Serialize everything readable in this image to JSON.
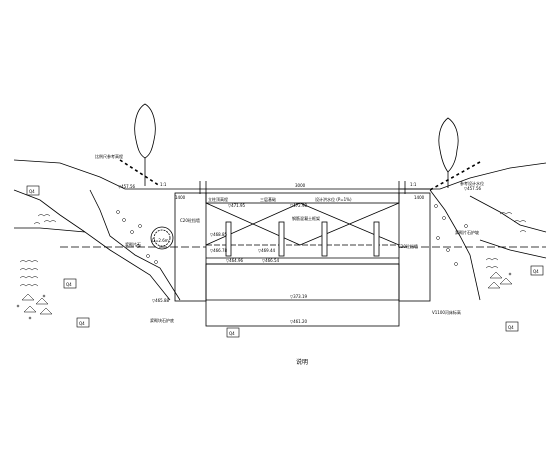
{
  "labels": {
    "left_top_note": "比例尺参考高程",
    "left_top_elev": "▽457.56",
    "left_span": "1400",
    "total_span": "3000",
    "right_span": "1400",
    "left_small_dim": "1:1",
    "right_small_dim": "1:1",
    "right_top_note": "参考设计水位",
    "right_top_elev": "▽457.56",
    "deck_left_note": "立柱顶高程",
    "deck_center_note": "三层基础",
    "deck_elev1": "▽471.95",
    "deck_elev2": "▽472.98",
    "deck_right_note": "设计洪水位 (P=1%)",
    "wall_left": "C20砼挡墙",
    "frame_label": "钢筋混凝土框架",
    "pipe_label": "D=2.6m",
    "bank_left_text": "浆砌片石",
    "wall_right": "C20砼挡墙",
    "bank_right_text": "浆砌片石护坡",
    "mid_elev_left": "▽468.85",
    "mid_elev_center": "▽469.44",
    "mid_elev_right": "▽466.78",
    "lower_elev_left": "▽464.96",
    "lower_elev_center": "▽466.54",
    "bottom_elev": "▽373.19",
    "bed_elev": "▽461.20",
    "left_base_elev": "▽465.88",
    "right_base_note": "V1100河床标高",
    "left_base_note": "浆砌块石护底",
    "soil_left_top": "Q4",
    "soil_left_mid": "Q4",
    "soil_left_bottom": "Q4",
    "soil_center": "Q4",
    "soil_right_mid": "Q4",
    "soil_right_bottom": "Q4",
    "caption": "说明"
  }
}
